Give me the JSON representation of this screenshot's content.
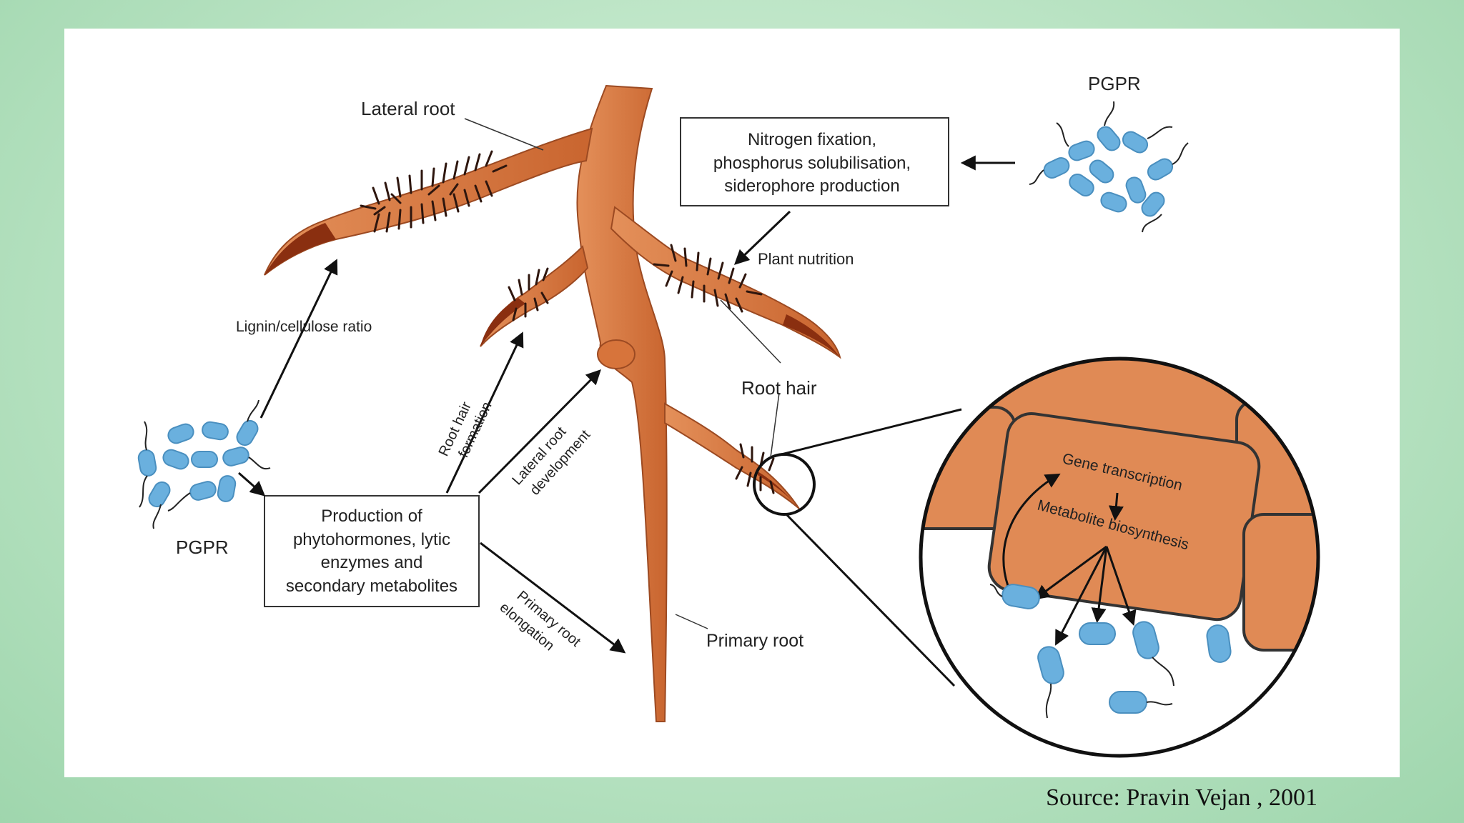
{
  "labels": {
    "lateral_root": "Lateral root",
    "pgpr_top": "PGPR",
    "pgpr_left": "PGPR",
    "nutrition_box": [
      "Nitrogen fixation,",
      "phosphorus solubilisation,",
      "siderophore production"
    ],
    "plant_nutrition": "Plant nutrition",
    "lignin_ratio": "Lignin/cellulose ratio",
    "root_hair_formation": [
      "Root hair",
      "formation"
    ],
    "lateral_root_development": [
      "Lateral root",
      "development"
    ],
    "primary_root_elongation": [
      "Primary root",
      "elongation"
    ],
    "root_hair": "Root hair",
    "primary_root": "Primary root",
    "production_box": [
      "Production of",
      "phytohormones, lytic",
      "enzymes and",
      "secondary metabolites"
    ],
    "gene_transcription": "Gene transcription",
    "metabolite_biosynthesis": "Metabolite biosynthesis"
  },
  "source": "Source: Pravin Vejan , 2001",
  "colors": {
    "root": "#d9783e",
    "root_dark": "#a8431c",
    "cell": "#e08a55",
    "bacteria": "#6ab0de",
    "hair": "#3a1e14"
  }
}
